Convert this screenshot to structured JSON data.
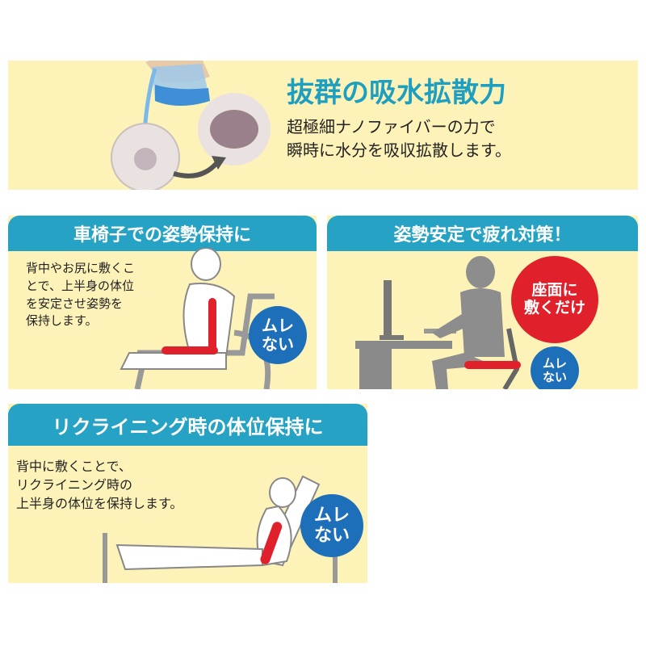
{
  "colors": {
    "panel_bg": "#fdf3b9",
    "tab_bg": "#26a3c4",
    "headline": "#1f9fc0",
    "badge_blue": "#1e6fb9",
    "badge_red": "#e0202a",
    "cushion": "#e0202a"
  },
  "top": {
    "headline": "抜群の吸水拡散力",
    "text": "超極細ナノファイバーの力で\n瞬時に水分を吸収拡散します。"
  },
  "wheelchair": {
    "title": "車椅子での姿勢保持に",
    "text": "背中やお尻に敷くこ\nとで、上半身の体位\nを安定させ姿勢を\n保持します。",
    "badge_line1": "ムレ",
    "badge_line2": "ない"
  },
  "desk": {
    "title": "姿勢安定で疲れ対策！",
    "red_badge_line1": "座面に",
    "red_badge_line2": "敷くだけ",
    "badge_line1": "ムレ",
    "badge_line2": "ない"
  },
  "recline": {
    "title": "リクライニング時の体位保持に",
    "text": "背中に敷くことで、\nリクライニング時の\n上半身の体位を保持します。",
    "badge_line1": "ムレ",
    "badge_line2": "ない"
  }
}
